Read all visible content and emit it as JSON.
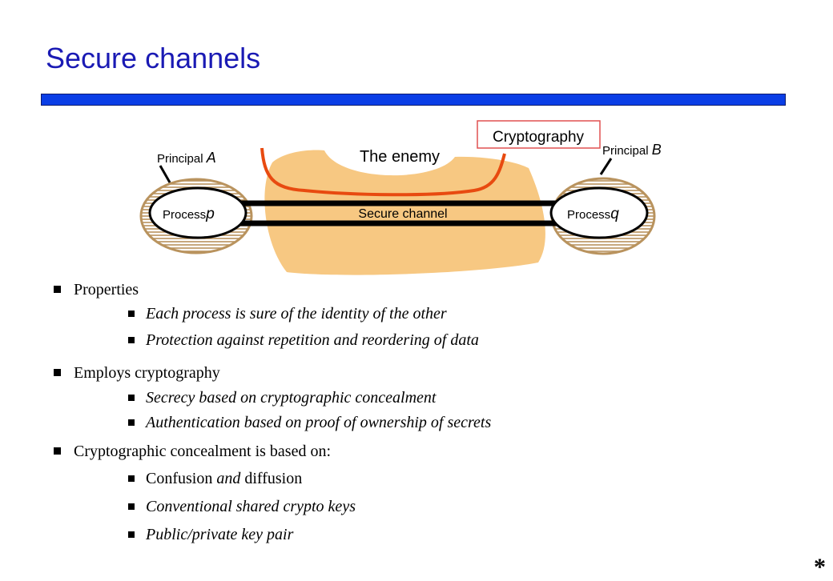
{
  "title": "Secure channels",
  "diagram": {
    "principal_a_prefix": "Principal ",
    "principal_a_var": "A",
    "principal_b_prefix": "Principal ",
    "principal_b_var": "B",
    "process_p_prefix": "Process",
    "process_p_var": "p",
    "process_q_prefix": "Process",
    "process_q_var": "q",
    "enemy_label": "The enemy",
    "cryptography_label": "Cryptography",
    "channel_label": "Secure channel",
    "colors": {
      "enemy_fill": "#f7c882",
      "principal_ring": "#b9935e",
      "crypto_stroke": "#e84a10",
      "crypto_box": "#e05050"
    }
  },
  "bullets": [
    {
      "text": "Properties",
      "italic": false,
      "level": 1,
      "children": [
        {
          "text": "Each process is sure of the identity of the other",
          "italic": true
        },
        {
          "text": "Protection against repetition and reordering of data",
          "italic": true
        }
      ]
    },
    {
      "text": "Employs cryptography",
      "italic": false,
      "level": 1,
      "children": [
        {
          "text": "Secrecy based on cryptographic concealment",
          "italic": true
        },
        {
          "text": "Authentication based on proof of ownership of secrets",
          "italic": true
        }
      ]
    },
    {
      "text": "Cryptographic concealment is based on:",
      "italic": false,
      "level": 1,
      "children": [
        {
          "part1": "Confusion ",
          "part2": "and",
          "part3": " diffusion"
        },
        {
          "text": "Conventional shared crypto keys",
          "italic": true
        },
        {
          "text": "Public/private key pair",
          "italic": true
        }
      ]
    }
  ],
  "footer_mark": "*"
}
